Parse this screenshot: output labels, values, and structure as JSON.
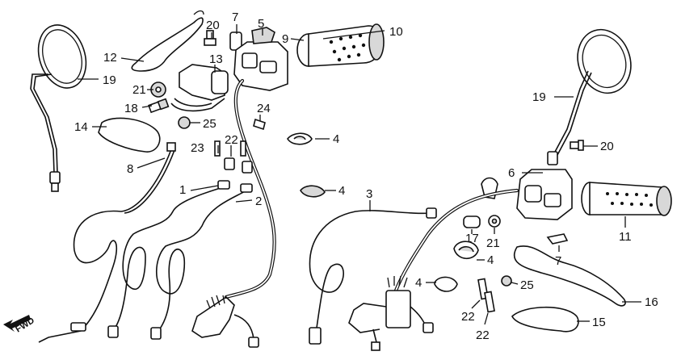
{
  "callouts": {
    "c1": "1",
    "c2": "2",
    "c3": "3",
    "c4a": "4",
    "c4b": "4",
    "c4c": "4",
    "c4d": "4",
    "c5": "5",
    "c6": "6",
    "c7a": "7",
    "c7b": "7",
    "c8": "8",
    "c9": "9",
    "c10": "10",
    "c11": "11",
    "c12": "12",
    "c13": "13",
    "c14": "14",
    "c15": "15",
    "c16": "16",
    "c17": "17",
    "c18": "18",
    "c19a": "19",
    "c19b": "19",
    "c20a": "20",
    "c20b": "20",
    "c21a": "21",
    "c21b": "21",
    "c22a": "22",
    "c22b": "22",
    "c22c": "22",
    "c23": "23",
    "c24": "24",
    "c25a": "25",
    "c25b": "25"
  },
  "fwd_label": "FWD",
  "colors": {
    "ink": "#111111",
    "paper": "#ffffff",
    "shade": "#d8d8d8"
  }
}
